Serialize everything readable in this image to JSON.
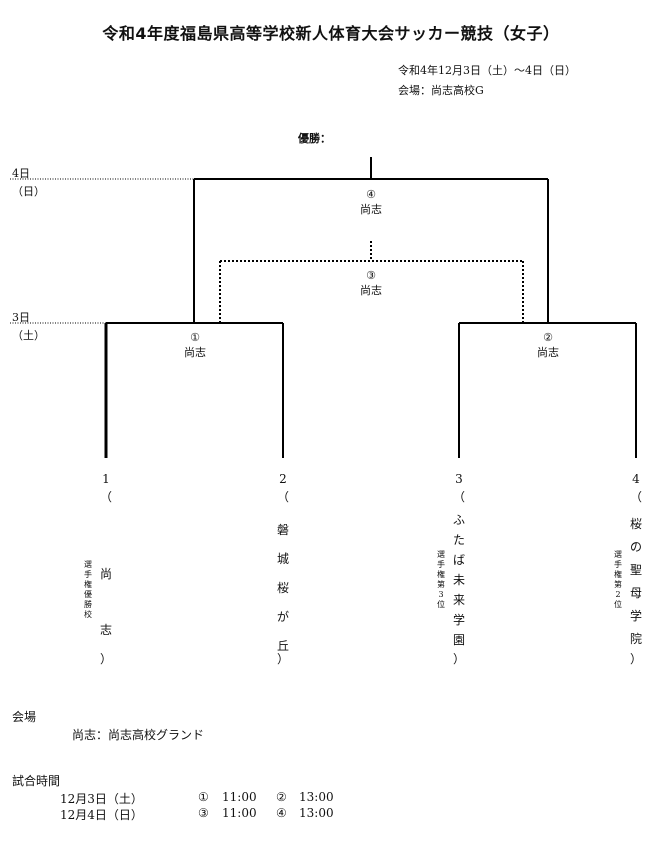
{
  "title": "令和4年度福島県高等学校新人体育大会サッカー競技（女子）",
  "dates_line": "令和4年12月3日（土）〜4日（日）",
  "venue_line": "会場：尚志高校G",
  "champion_label": "優勝：",
  "day4": {
    "day": "4日",
    "weekday": "（日）"
  },
  "day3": {
    "day": "3日",
    "weekday": "（土）"
  },
  "matches": {
    "m1": {
      "no": "①",
      "winner": "尚志"
    },
    "m2": {
      "no": "②",
      "winner": "尚志"
    },
    "m3": {
      "no": "③",
      "winner": "尚志"
    },
    "m4": {
      "no": "④",
      "winner": "尚志"
    }
  },
  "teams": [
    {
      "seed": "1",
      "open": "（",
      "name": [
        "尚",
        "志"
      ],
      "close": "）",
      "note": [
        "選",
        "手",
        "権",
        "優",
        "勝",
        "校"
      ]
    },
    {
      "seed": "2",
      "open": "（",
      "name": [
        "磐",
        "城",
        "桜",
        "が",
        "丘"
      ],
      "close": "）",
      "note": []
    },
    {
      "seed": "3",
      "open": "（",
      "name": [
        "ふ",
        "た",
        "ば",
        "未",
        "来",
        "学",
        "園"
      ],
      "close": "）",
      "note": [
        "選",
        "手",
        "権",
        "第",
        "3",
        "位"
      ]
    },
    {
      "seed": "4",
      "open": "（",
      "name": [
        "桜",
        "の",
        "聖",
        "母",
        "学",
        "院"
      ],
      "close": "）",
      "note": [
        "選",
        "手",
        "権",
        "第",
        "2",
        "位"
      ]
    }
  ],
  "footer": {
    "venue_heading": "会場",
    "venue_detail": "尚志：尚志高校グランド",
    "time_heading": "試合時間",
    "rows": [
      {
        "date": "12月3日（土）",
        "a_no": "①",
        "a_time": "11:00",
        "b_no": "②",
        "b_time": "13:00"
      },
      {
        "date": "12月4日（日）",
        "a_no": "③",
        "a_time": "11:00",
        "b_no": "④",
        "b_time": "13:00"
      }
    ]
  }
}
